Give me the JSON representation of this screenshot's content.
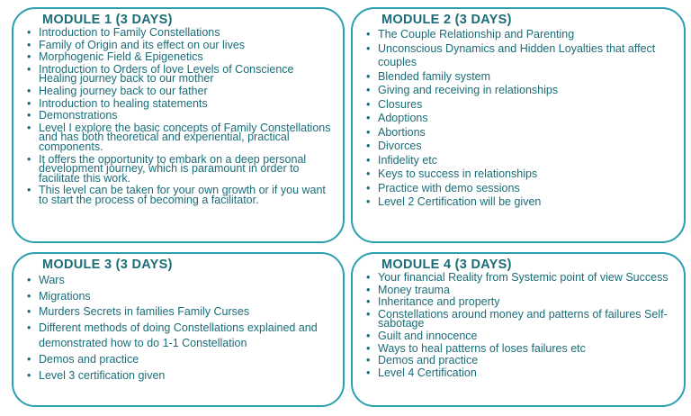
{
  "modules": [
    {
      "title": "MODULE 1 (3 DAYS)",
      "items": [
        "Introduction to Family Constellations",
        "Family of Origin and its effect on our lives",
        "Morphogenic Field & Epigenetics",
        "Introduction to Orders of love Levels of Conscience Healing journey back to our mother",
        "Healing journey back to our father",
        "Introduction to healing statements",
        "Demonstrations",
        "Level I explore the basic concepts of Family Constellations and has both theoretical and experiential, practical components.",
        "It offers the opportunity to embark on a deep personal development journey, which is paramount in order to facilitate this work.",
        "This level can be taken for your own growth or if you want to start the process of becoming a facilitator."
      ]
    },
    {
      "title": "MODULE 2 (3 DAYS)",
      "items": [
        "The Couple Relationship and Parenting",
        "Unconscious Dynamics and Hidden Loyalties that affect couples",
        "Blended family system",
        "Giving and receiving in relationships",
        "Closures",
        "Adoptions",
        "Abortions",
        "Divorces",
        "Infidelity etc",
        "Keys to success in relationships",
        "Practice with demo sessions",
        "Level 2 Certification will be given"
      ]
    },
    {
      "title": "MODULE 3 (3 DAYS)",
      "items": [
        "Wars",
        "Migrations",
        "Murders Secrets in families Family Curses",
        "Different methods of doing Constellations explained and demonstrated how to do 1-1 Constellation",
        "Demos and practice",
        "Level 3 certification given"
      ]
    },
    {
      "title": "MODULE 4 (3 DAYS)",
      "items": [
        "Your financial Reality from Systemic point of view Success",
        "Money trauma",
        "Inheritance and property",
        "Constellations around money and patterns of failures Self-sabotage",
        "Guilt and innocence",
        "Ways to heal patterns of loses failures etc",
        "Demos and practice",
        "Level 4 Certification"
      ]
    }
  ]
}
